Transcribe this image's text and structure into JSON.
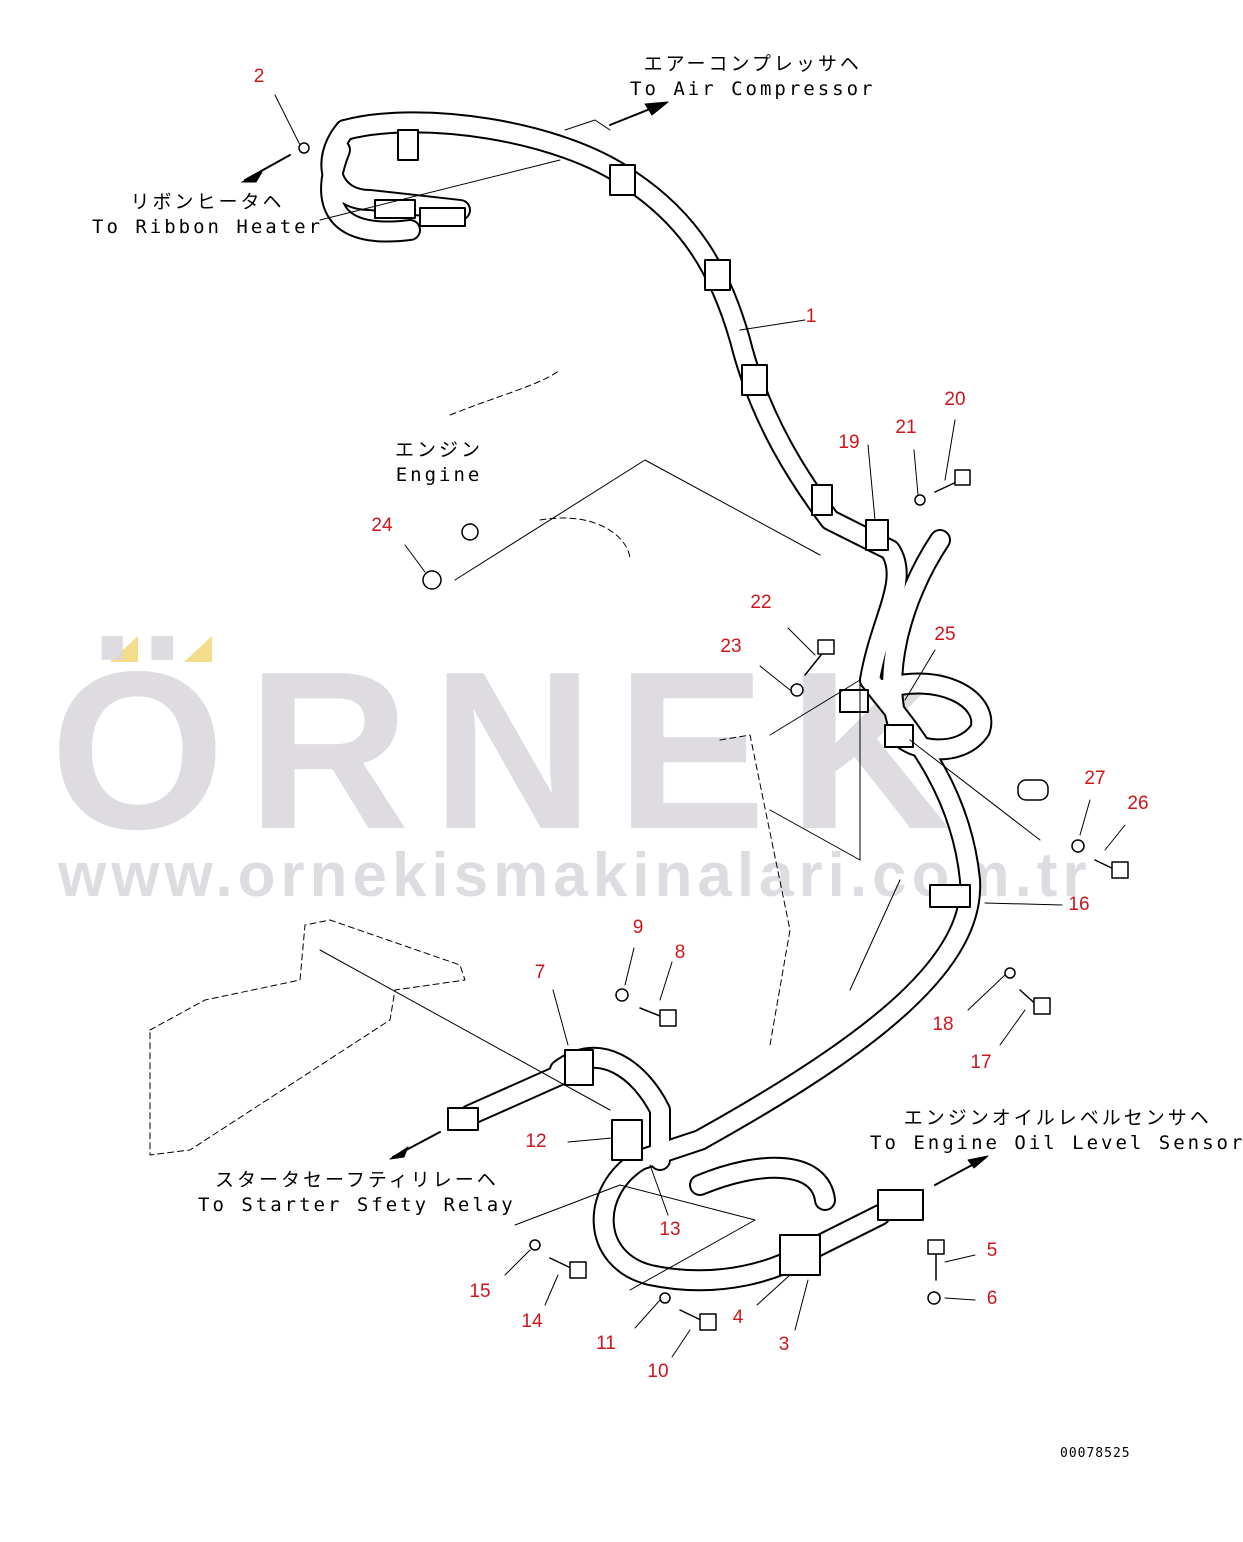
{
  "watermark": {
    "logo_text": "ÖRNEK",
    "url": "www.ornekismakinalari.com.tr",
    "color": "#d9d7dc",
    "accent": "#f3dc8a"
  },
  "notes": {
    "air_compressor": {
      "jp": "エアーコンプレッサヘ",
      "en": "To Air Compressor"
    },
    "ribbon_heater": {
      "jp": "リボンヒータヘ",
      "en": "To Ribbon Heater"
    },
    "engine": {
      "jp": "エンジン",
      "en": "Engine"
    },
    "starter_relay": {
      "jp": "スタータセーフティリレーヘ",
      "en": "To Starter Sfety Relay"
    },
    "oil_level_sensor": {
      "jp": "エンジンオイルレベルセンサヘ",
      "en": "To Engine Oil Level Sensor"
    }
  },
  "callouts": [
    "1",
    "2",
    "3",
    "4",
    "5",
    "6",
    "7",
    "8",
    "9",
    "10",
    "11",
    "12",
    "13",
    "14",
    "15",
    "16",
    "17",
    "18",
    "19",
    "20",
    "21",
    "22",
    "23",
    "24",
    "25",
    "26",
    "27"
  ],
  "callout_color": "#d0141b",
  "document_number": "00078525"
}
